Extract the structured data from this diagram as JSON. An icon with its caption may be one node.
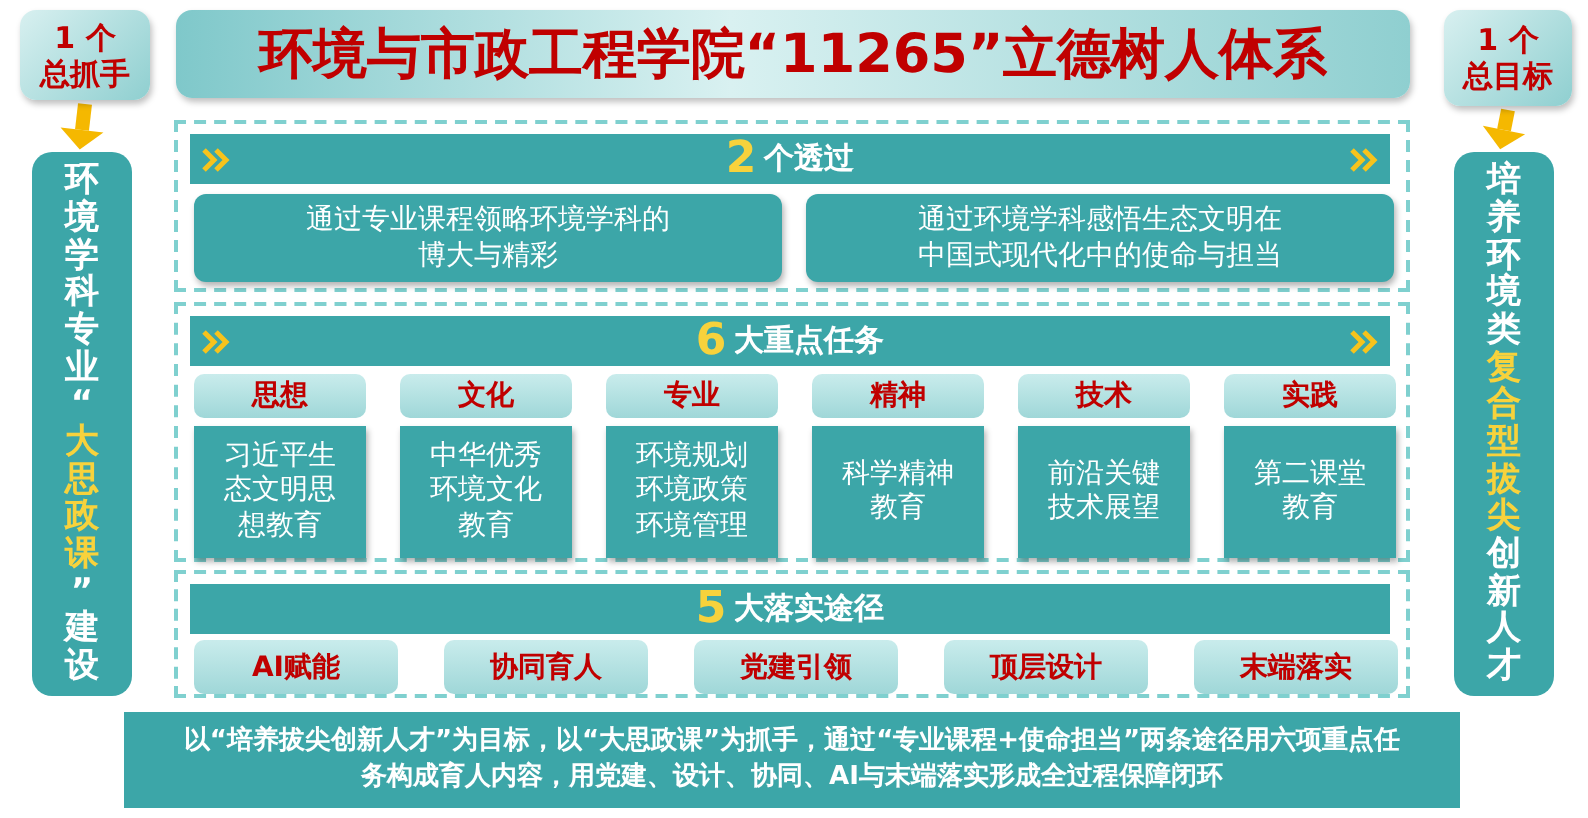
{
  "diagram": {
    "nodes": [
      {
        "text": [
          "1 个",
          "总抓手"
        ]
      },
      {
        "text": [
          "环境学科专业“**大思政课**”建设"
        ]
      },
      {
        "text": [
          "环境与市政工程学院“11265”立德树人体系"
        ]
      },
      {
        "text": [
          "1 个",
          "总目标"
        ]
      },
      {
        "text": [
          "培养环境类**复合型拔尖**创新人才"
        ]
      },
      {
        "text": [
          "2",
          "个透过"
        ]
      },
      {
        "text": [
          "通过专业课程领略环境学科的博大与精彩"
        ],
        "in": 5
      },
      {
        "text": [
          "通过环境学科感悟生态文明在中国式现代化中的使命与担当"
        ],
        "in": 5
      },
      {
        "text": [
          "6",
          "大重点任务"
        ]
      },
      {
        "text": [
          "思想"
        ],
        "in": 8
      },
      {
        "text": [
          "文化"
        ],
        "in": 8
      },
      {
        "text": [
          "专业"
        ],
        "in": 8
      },
      {
        "text": [
          "精神"
        ],
        "in": 8
      },
      {
        "text": [
          "技术"
        ],
        "in": 8
      },
      {
        "text": [
          "实践"
        ],
        "in": 8
      },
      {
        "text": [
          "习近平生态文明思想教育"
        ],
        "in": 8
      },
      {
        "text": [
          "中华优秀环境文化教育"
        ],
        "in": 8
      },
      {
        "text": [
          "环境规划环境政策环境管理"
        ],
        "in": 8
      },
      {
        "text": [
          "科学精神教育"
        ],
        "in": 8
      },
      {
        "text": [
          "前沿关键技术展望"
        ],
        "in": 8
      },
      {
        "text": [
          "第二课堂教育"
        ],
        "in": 8
      },
      {
        "text": [
          "5",
          "大落实途径"
        ]
      },
      {
        "text": [
          "AI赋能"
        ],
        "in": 21
      },
      {
        "text": [
          "协同育人"
        ],
        "in": 21
      },
      {
        "text": [
          "党建引领"
        ],
        "in": 21
      },
      {
        "text": [
          "顶层设计"
        ],
        "in": 21
      },
      {
        "text": [
          "末端落实"
        ],
        "in": 21
      },
      {
        "text": [
          "以“培养拔尖创新人才”为目标，以“大思政课”为抓手，通过“专业课程+使命担当”两条途径用六项重点任务构成育人内容，用党建、设计、协同、AI与末端落实形成全过程保障闭环"
        ]
      }
    ],
    "edges": [
      {
        "from": 0,
        "to": 1,
        "arrow": "to"
      },
      {
        "from": 3,
        "to": 4,
        "arrow": "to"
      }
    ]
  }
}
